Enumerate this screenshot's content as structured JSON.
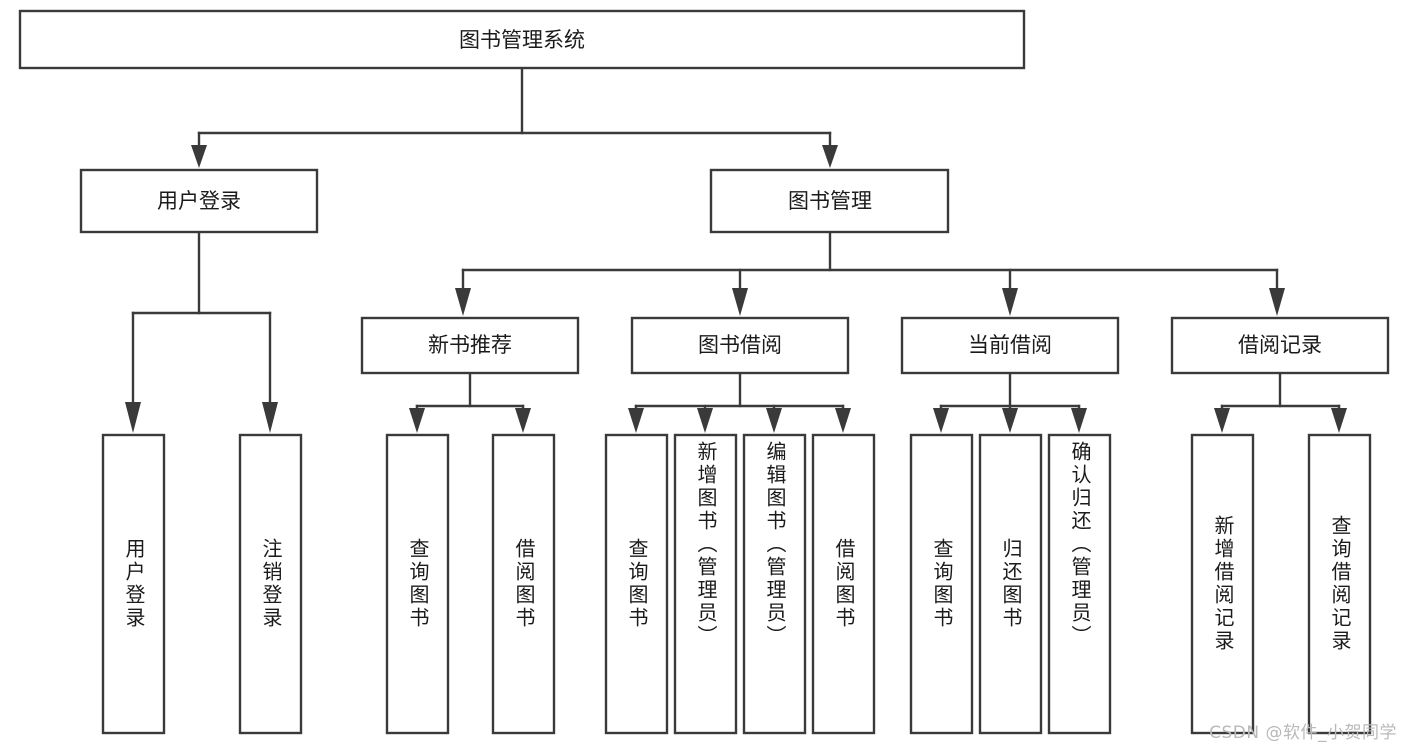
{
  "diagram": {
    "type": "tree-hierarchy",
    "title_text": "图书管理系统",
    "orientation": "top-down",
    "colors": {
      "box_stroke": "#3a3a3a",
      "box_fill": "#ffffff",
      "text": "#1b1b1b",
      "background": "#ffffff",
      "watermark": "#b9b9b9"
    },
    "root": {
      "label": "图书管理系统"
    },
    "level1": [
      {
        "label": "用户登录"
      },
      {
        "label": "图书管理"
      }
    ],
    "level2": [
      {
        "label": "新书推荐"
      },
      {
        "label": "图书借阅"
      },
      {
        "label": "当前借阅"
      },
      {
        "label": "借阅记录"
      }
    ],
    "leaves": {
      "user_login": [
        {
          "label": "用户登录"
        },
        {
          "label": "注销登录"
        }
      ],
      "new_book_recommend": [
        {
          "label": "查询图书"
        },
        {
          "label": "借阅图书"
        }
      ],
      "book_borrow": [
        {
          "label": "查询图书"
        },
        {
          "label": "新增图书（管理员）"
        },
        {
          "label": "编辑图书（管理员）"
        },
        {
          "label": "借阅图书"
        }
      ],
      "current_borrow": [
        {
          "label": "查询图书"
        },
        {
          "label": "归还图书"
        },
        {
          "label": "确认归还（管理员）"
        }
      ],
      "borrow_record": [
        {
          "label": "新增借阅记录"
        },
        {
          "label": "查询借阅记录"
        }
      ]
    },
    "watermark_text": "CSDN @软件_小贺同学"
  }
}
